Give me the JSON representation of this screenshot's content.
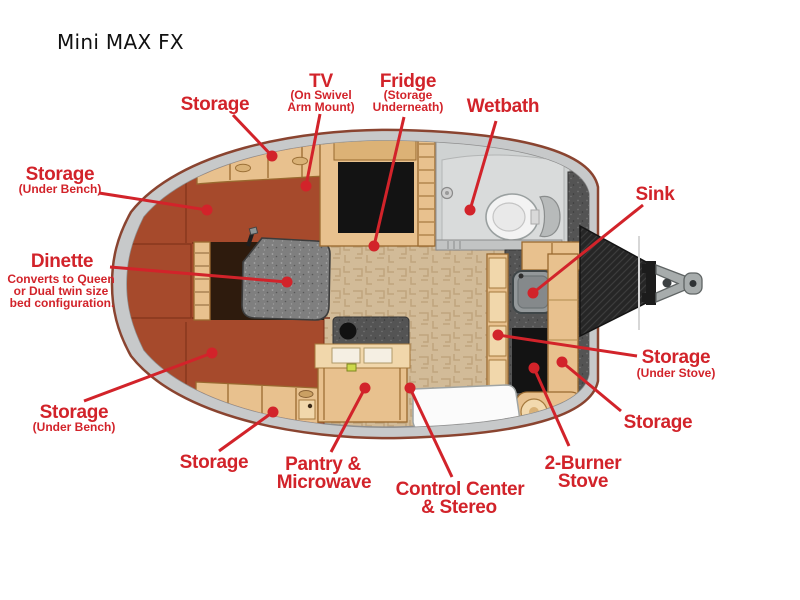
{
  "title": "Mini MAX FX",
  "colors": {
    "label_red": "#d2232a",
    "bench_rust": "#a64a2c",
    "wood_light": "#e8c18e",
    "floor_tan": "#d2bb98",
    "counter_dark": "#545454",
    "shell_gray": "#c7c9ca"
  },
  "callouts": {
    "storage_top": {
      "label": "Storage"
    },
    "tv": {
      "label": "TV",
      "sub1": "(On Swivel",
      "sub2": "Arm Mount)"
    },
    "fridge": {
      "label": "Fridge",
      "sub1": "(Storage",
      "sub2": "Underneath)"
    },
    "wetbath": {
      "label": "Wetbath"
    },
    "sink": {
      "label": "Sink"
    },
    "storage_under_bench_top": {
      "label": "Storage",
      "sub1": "(Under Bench)"
    },
    "dinette": {
      "label": "Dinette",
      "sub1": "Converts to Queen",
      "sub2": "or Dual twin size",
      "sub3": "bed configuration."
    },
    "storage_under_bench_bottom": {
      "label": "Storage",
      "sub1": "(Under Bench)"
    },
    "storage_bottom": {
      "label": "Storage"
    },
    "pantry": {
      "label": "Pantry &",
      "sub1": "Microwave"
    },
    "control_center": {
      "label": "Control Center",
      "sub1": "& Stereo"
    },
    "two_burner_stove": {
      "label": "2-Burner",
      "sub1": "Stove"
    },
    "storage_under_stove": {
      "label": "Storage",
      "sub1": "(Under Stove)"
    },
    "storage_right": {
      "label": "Storage"
    }
  }
}
